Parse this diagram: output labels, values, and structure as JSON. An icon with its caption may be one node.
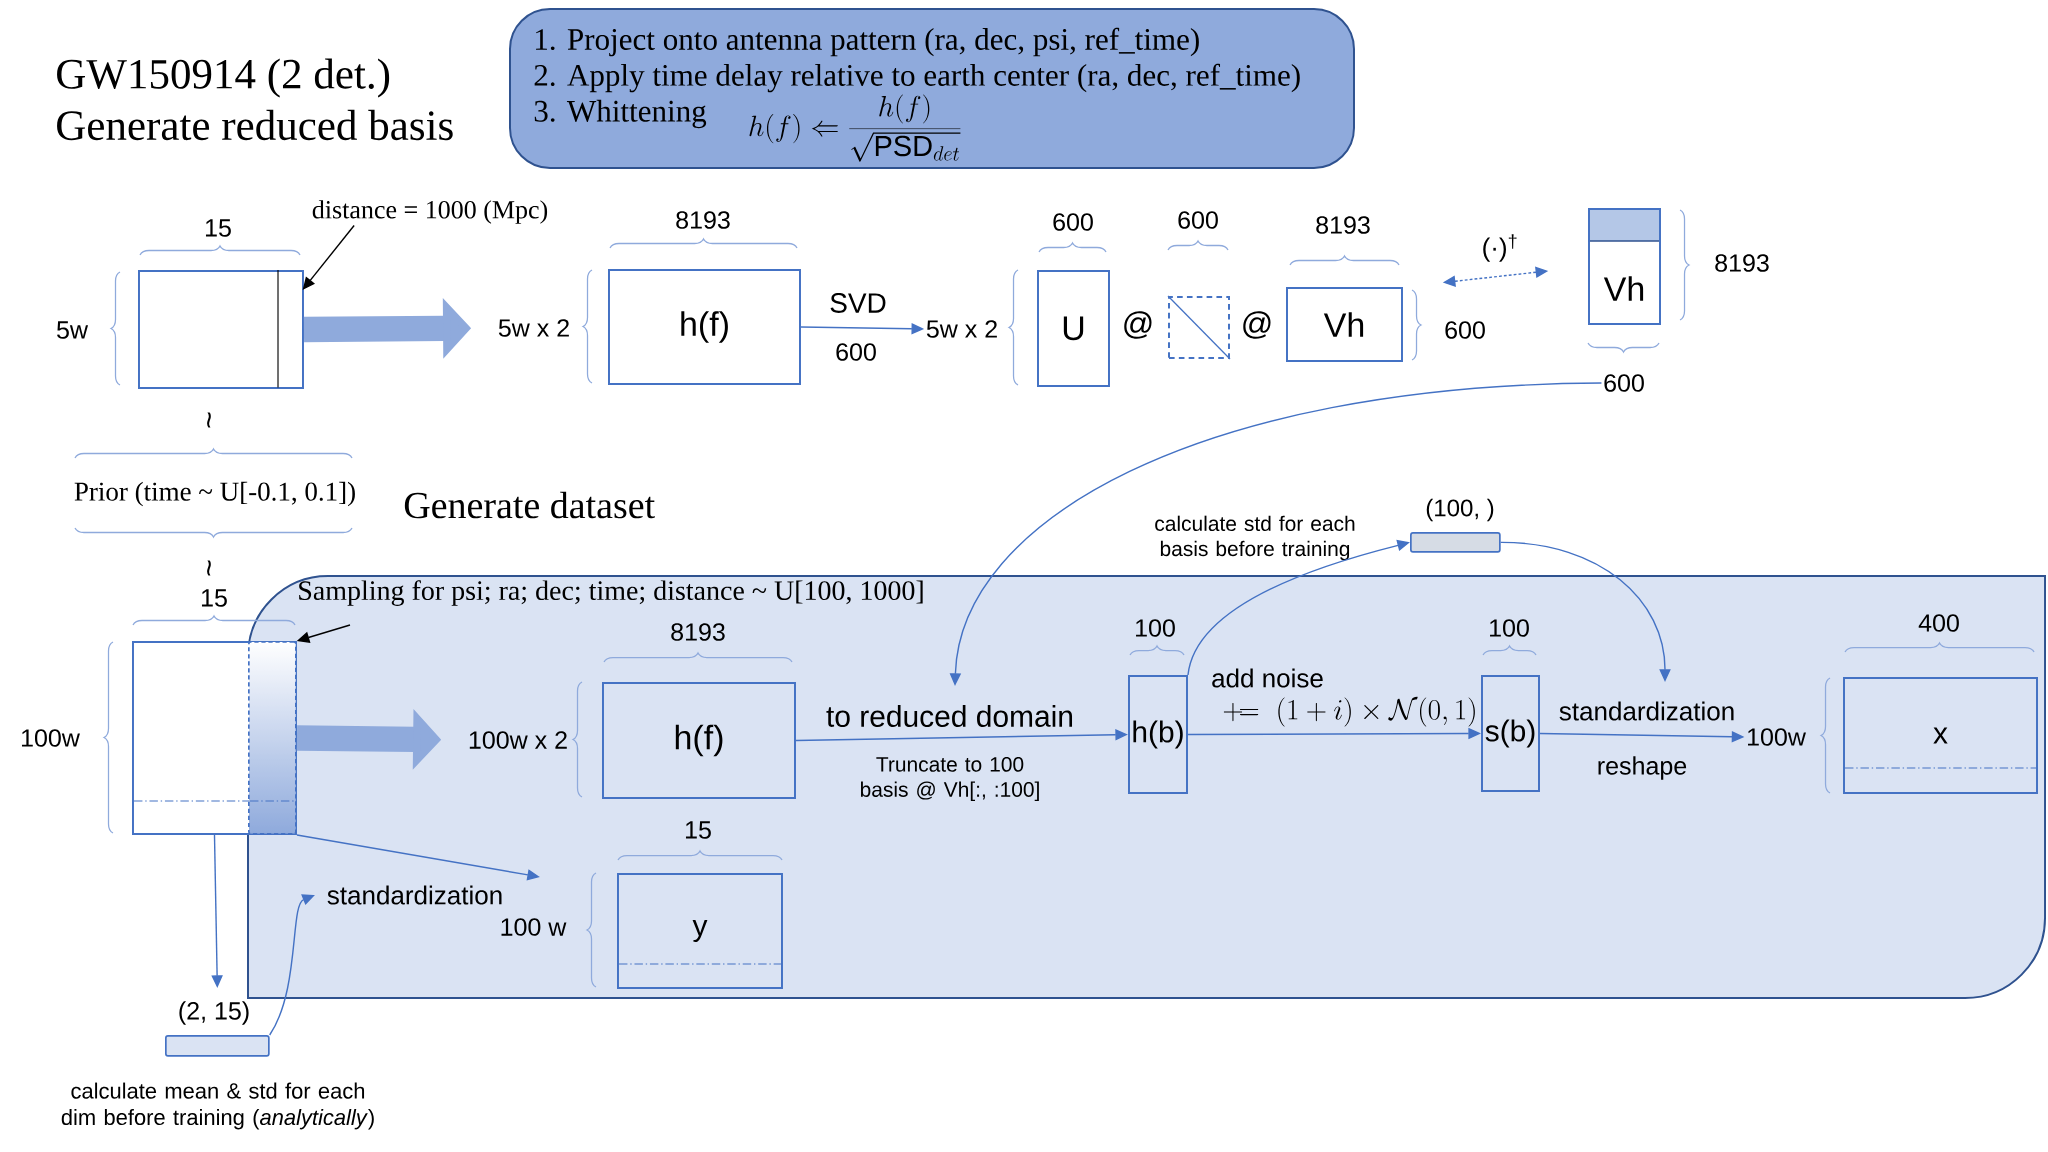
{
  "diagram": {
    "title": "GW150914 (2 det.)",
    "nodes": [
      {
        "text": [
          "1. Project onto antenna pattern (ra, dec, psi, ref_time)",
          "2. Apply time delay relative to earth center (ra, dec, ref_time)",
          "3. Whittening",
          "h(f) \\Leftarrow \\frac{h(f)}{\\sqrt{\\mathrm{PSD}_{det}}}"
        ]
      },
      {
        "text": [],
        "shape": "box"
      },
      {
        "text": [],
        "shape": "bar",
        "in": 1
      },
      {
        "text": [
          "distance = 1000 (Mpc)"
        ]
      },
      {
        "text": [
          "h(f)"
        ]
      },
      {
        "text": [
          "U"
        ]
      },
      {
        "text": [],
        "shape": "box"
      },
      {
        "text": [
          "Vh"
        ]
      },
      {
        "text": [
          "Vh"
        ]
      },
      {
        "text": [
          "600"
        ]
      },
      {
        "text": [
          "Sampling for psi; ra; dec; time; distance ~ U[100, 1000]"
        ]
      },
      {
        "text": [],
        "shape": "box"
      },
      {
        "text": [],
        "shape": "bar"
      },
      {
        "text": [
          "h(f)"
        ],
        "in": 10
      },
      {
        "text": [
          "h(b)"
        ],
        "in": 10
      },
      {
        "text": [],
        "shape": "bar",
        "beside": [
          "(100, )",
          "calculate std for each basis before training"
        ]
      },
      {
        "text": [
          "s(b)"
        ],
        "in": 10
      },
      {
        "text": [
          "x"
        ],
        "in": 10
      },
      {
        "text": [
          "y"
        ],
        "in": 10
      },
      {
        "text": [],
        "shape": "bar",
        "beside": [
          "(2, 15)",
          "calculate mean & std for each dim before training (*analytically*)"
        ]
      },
      {
        "text": [
          "5w x 2"
        ]
      },
      {
        "text": [
          "5w x 2"
        ]
      },
      {
        "text": [
          "100w x 2"
        ],
        "in": 10
      },
      {
        "text": [
          "100w"
        ],
        "in": 10
      }
    ],
    "edges": [
      {
        "from": 3,
        "to": 2,
        "arrow": "to",
        "color": "#000000"
      },
      {
        "from": 1,
        "to": 20,
        "arrow": "to",
        "style": "thick"
      },
      {
        "from": 4,
        "to": 21,
        "arrow": "to",
        "label": "SVD"
      },
      {
        "from": 7,
        "to": 8,
        "arrow": "both",
        "style": "dashed",
        "label": "(·)$^{†}$"
      },
      {
        "from": 9,
        "to": null,
        "arrow": "to"
      },
      {
        "from": null,
        "to": 12,
        "arrow": "to",
        "color": "#000000"
      },
      {
        "from": 11,
        "to": 22,
        "arrow": "to",
        "style": "thick"
      },
      {
        "from": 13,
        "to": 14,
        "arrow": "to",
        "label": "to reduced domain"
      },
      {
        "from": 14,
        "to": 15,
        "arrow": "to"
      },
      {
        "from": 15,
        "to": null,
        "arrow": "to"
      },
      {
        "from": 14,
        "to": 16,
        "arrow": "to",
        "label": "add noise"
      },
      {
        "from": 16,
        "to": 23,
        "arrow": "to",
        "label": "standardization"
      },
      {
        "from": 11,
        "to": null,
        "arrow": "to",
        "label": "standardization"
      },
      {
        "from": 11,
        "to": 19,
        "arrow": "to"
      },
      {
        "from": 19,
        "to": null,
        "arrow": "to"
      }
    ],
    "labels": [
      "Generate reduced basis",
      "15",
      "5w",
      "8193",
      "600",
      "600",
      "@",
      "600",
      "@",
      "8193",
      "600",
      "8193",
      "~",
      "Prior (time ~ U[-0.1, 0.1])",
      "Generate dataset",
      "~",
      "15",
      "100w",
      "8193",
      "Truncate to 100 basis @ Vh[:, :100]",
      "100",
      "\\mathrel{+}\\!= \\; (1+i)\\times\\mathcal{N}(0,1)",
      "100",
      "reshape",
      "400",
      "15",
      "100 w"
    ]
  }
}
